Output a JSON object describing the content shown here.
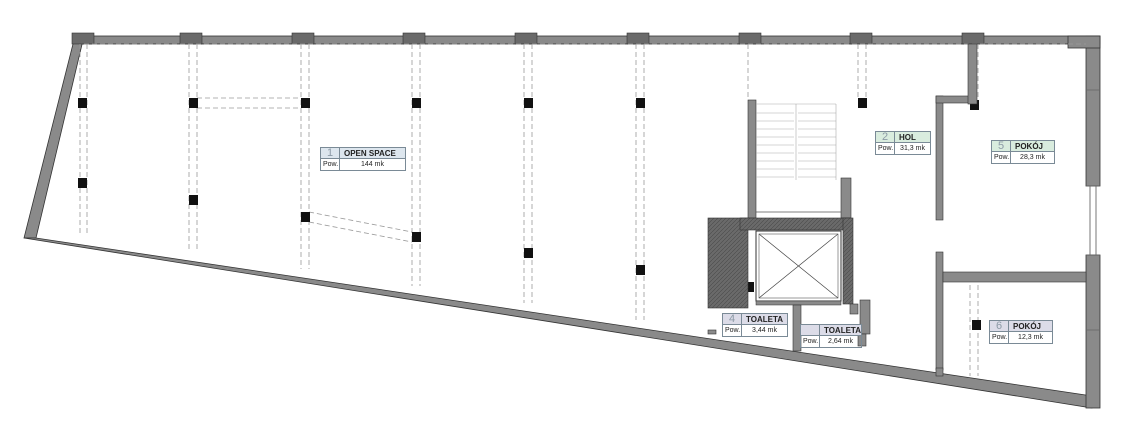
{
  "colors": {
    "wall": "#8a8a8a",
    "wall_edge": "#333333",
    "hatch": "#5a5a5a",
    "column": "#111111",
    "dash": "#9a9a9a",
    "blue_label": "#dde6ee",
    "green_label": "#d9ecde",
    "purple_label": "#dcdce8"
  },
  "rooms": [
    {
      "id": "open-space",
      "number": "1",
      "name": "OPEN SPACE",
      "pow_label": "Pow.",
      "area": "144 mk",
      "theme": "blue_label"
    },
    {
      "id": "hol",
      "number": "2",
      "name": "HOL",
      "pow_label": "Pow.",
      "area": "31,3 mk",
      "theme": "green_label"
    },
    {
      "id": "toaleta-4",
      "number": "4",
      "name": "TOALETA",
      "pow_label": "Pow.",
      "area": "3,44 mk",
      "theme": "purple_label"
    },
    {
      "id": "toaleta-3",
      "number": "",
      "name": "TOALETA",
      "pow_label": "Pow.",
      "area": "2,64 mk",
      "theme": "purple_label"
    },
    {
      "id": "pokoj-5",
      "number": "5",
      "name": "POKÓJ",
      "pow_label": "Pow.",
      "area": "28,3 mk",
      "theme": "green_label"
    },
    {
      "id": "pokoj-6",
      "number": "6",
      "name": "POKÓJ",
      "pow_label": "Pow.",
      "area": "12,3 mk",
      "theme": "purple_label"
    }
  ]
}
